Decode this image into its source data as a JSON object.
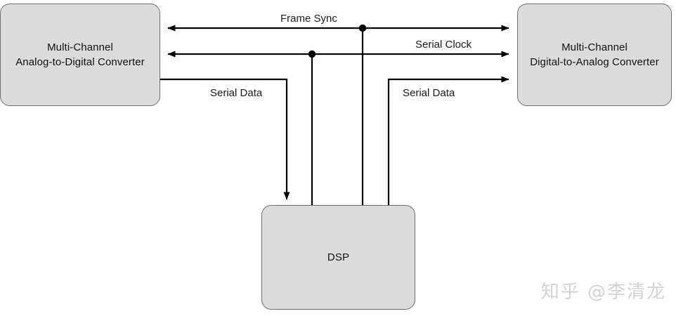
{
  "diagram": {
    "title": "Multi-channel audio codec interface block diagram",
    "background_color": "#ffffff",
    "line_color": "#000000",
    "block_fill_color": "#dcdcdc",
    "block_border_color": "#6e6e6e",
    "blocks": [
      {
        "id": "adc",
        "label": "Multi-Channel\nAnalog-to-Digital Converter",
        "line1": "Multi-Channel",
        "line2": "Analog-to-Digital Converter"
      },
      {
        "id": "dac",
        "label": "Multi-Channel\nDigital-to-Analog Converter",
        "line1": "Multi-Channel",
        "line2": "Digital-to-Analog Converter"
      },
      {
        "id": "dsp",
        "label": "DSP",
        "line1": "DSP",
        "line2": ""
      }
    ],
    "signals": [
      {
        "id": "frame-sync",
        "label": "Frame Sync",
        "from": "dsp",
        "to": [
          "adc",
          "dac"
        ],
        "has_junction_dot": true
      },
      {
        "id": "serial-clock",
        "label": "Serial Clock",
        "from": "dsp",
        "to": [
          "adc",
          "dac"
        ],
        "has_junction_dot": true
      },
      {
        "id": "serial-data-adc",
        "label": "Serial Data",
        "from": "adc",
        "to": [
          "dsp"
        ],
        "has_junction_dot": false
      },
      {
        "id": "serial-data-dac",
        "label": "Serial Data",
        "from": "dsp",
        "to": [
          "dac"
        ],
        "has_junction_dot": false
      }
    ]
  },
  "watermark": {
    "text": "知乎 @李清龙",
    "color": "#d3d3d3"
  }
}
